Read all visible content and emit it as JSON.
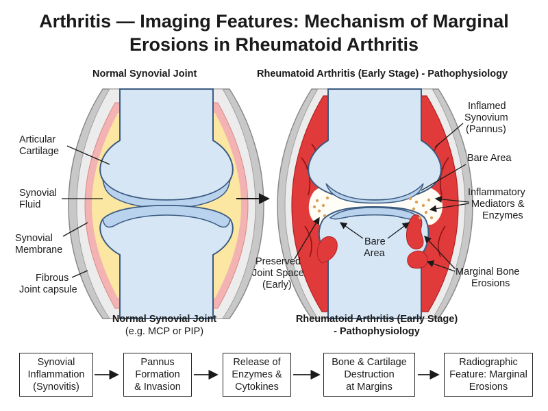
{
  "title": {
    "line1": "Arthritis — Imaging Features: Mechanism of Marginal",
    "line2": "Erosions in Rheumatoid Arthritis"
  },
  "normal_panel": {
    "heading": "Normal Synovial Joint",
    "labels": {
      "articular_cartilage_1": "Articular",
      "articular_cartilage_2": "Cartilage",
      "synovial_fluid_1": "Synovial",
      "synovial_fluid_2": "Fluid",
      "synovial_membrane_1": "Synovial",
      "synovial_membrane_2": "Membrane",
      "fibrous_capsule_1": "Fibrous",
      "fibrous_capsule_2": "Joint capsule"
    },
    "caption_title": "Normal Synovial Joint",
    "caption_sub": "(e.g. MCP or PIP)"
  },
  "ra_panel": {
    "heading": "Rheumatoid Arthritis (Early Stage) - Pathophysiology",
    "labels": {
      "pannus_1": "Inflamed",
      "pannus_2": "Synovium",
      "pannus_3": "(Pannus)",
      "bare_area_top": "Bare Area",
      "mediators_1": "Inflammatory",
      "mediators_2": "Mediators &",
      "mediators_3": "Enzymes",
      "bare_area_center_1": "Bare",
      "bare_area_center_2": "Area",
      "preserved_1": "Preserved",
      "preserved_2": "Joint Space",
      "preserved_3": "(Early)",
      "erosions_1": "Marginal Bone",
      "erosions_2": "Erosions"
    },
    "caption_title": "Rheumatoid Arthritis (Early Stage)",
    "caption_sub": "- Pathophysiology"
  },
  "flow": [
    {
      "line1": "Synovial",
      "line2": "Inflammation",
      "line3": "(Synovitis)"
    },
    {
      "line1": "Pannus",
      "line2": "Formation",
      "line3": "& Invasion"
    },
    {
      "line1": "Release of",
      "line2": "Enzymes &",
      "line3": "Cytokines"
    },
    {
      "line1": "Bone & Cartilage",
      "line2": "Destruction",
      "line3": "at Margins"
    },
    {
      "line1": "Radiographic",
      "line2": "Feature: Marginal",
      "line3": "Erosions"
    }
  ],
  "colors": {
    "bone": "#d6e6f5",
    "bone_outline": "#3a5a80",
    "cartilage": "#b9d3ee",
    "fluid": "#fbe6a2",
    "membrane": "#f3b3b3",
    "capsule": "#c8c8c8",
    "pannus": "#e03a3a",
    "vessel": "#a01818",
    "dots": "#d9a15a"
  }
}
